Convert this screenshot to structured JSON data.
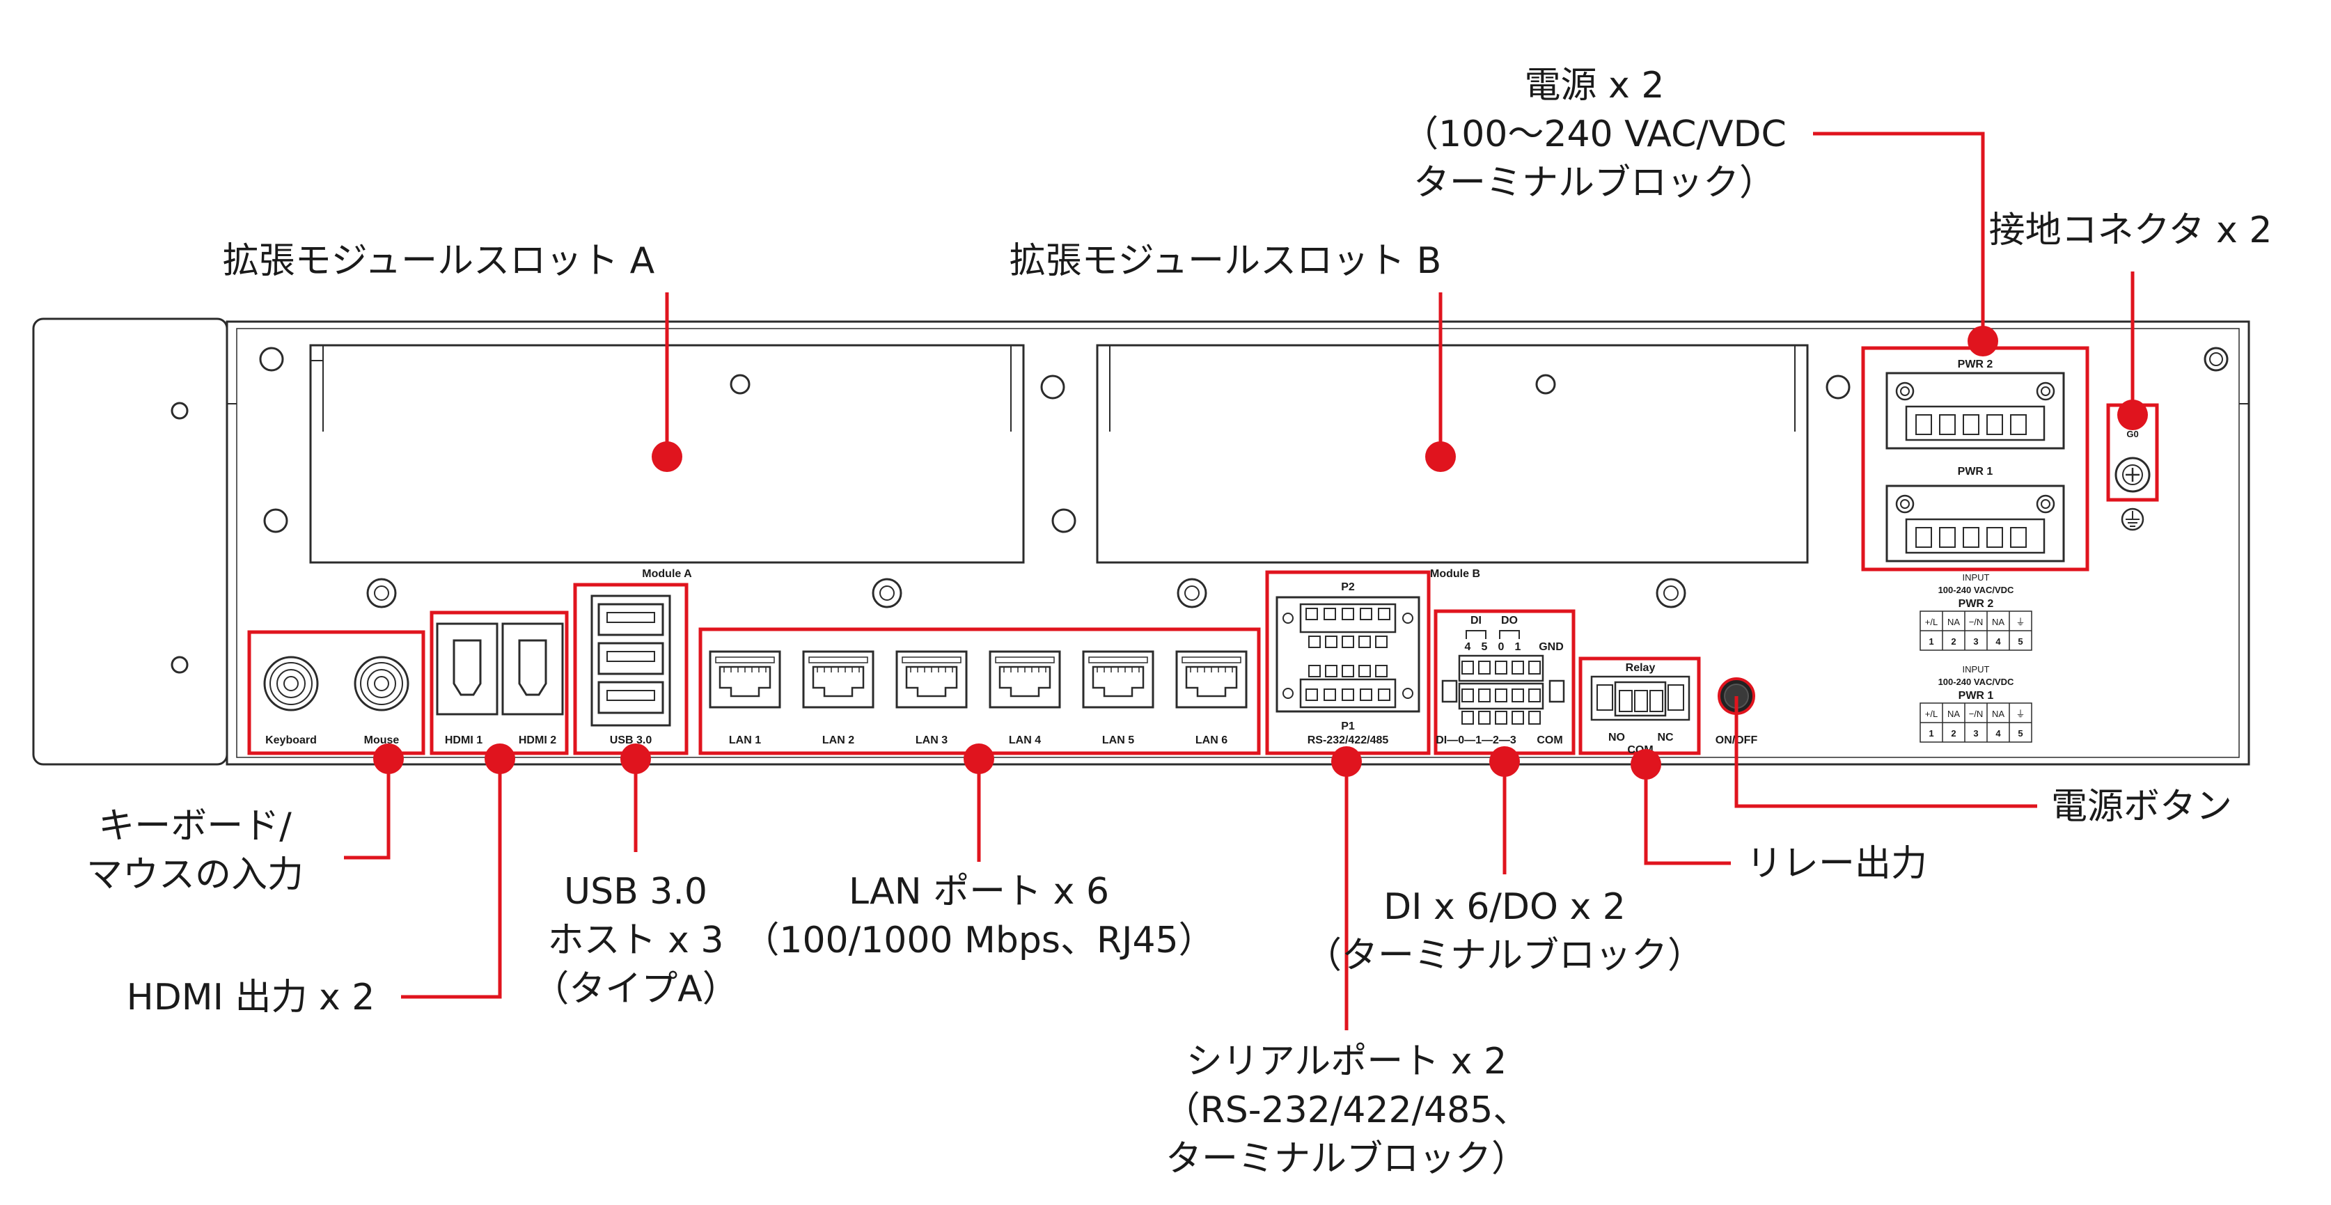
{
  "callouts": {
    "slot_a": "拡張モジュールスロット A",
    "slot_b": "拡張モジュールスロット B",
    "power": [
      "電源 x 2",
      "（100〜240 VAC/VDC",
      "ターミナルブロック）"
    ],
    "ground": "接地コネクタ x 2",
    "kbd_mouse": [
      "キーボード/",
      "マウスの入力"
    ],
    "hdmi": "HDMI 出力 x 2",
    "usb": [
      "USB 3.0",
      "ホスト x 3",
      "（タイプA）"
    ],
    "lan": [
      "LAN ポート x 6",
      "（100/1000 Mbps、RJ45）"
    ],
    "serial": [
      "シリアルポート x 2",
      "（RS-232/422/485、",
      "ターミナルブロック）"
    ],
    "dio": [
      "DI x 6/DO x 2",
      "（ターミナルブロック）"
    ],
    "relay": "リレー出力",
    "power_button": "電源ボタン"
  },
  "panel": {
    "module_a": "Module A",
    "module_b": "Module B",
    "keyboard": "Keyboard",
    "mouse": "Mouse",
    "hdmi1": "HDMI 1",
    "hdmi2": "HDMI 2",
    "usb": "USB 3.0",
    "lan_labels": [
      "LAN 1",
      "LAN 2",
      "LAN 3",
      "LAN 4",
      "LAN 5",
      "LAN 6"
    ],
    "p2": "P2",
    "p1": "P1",
    "serial_std": "RS-232/422/485",
    "di": "DI",
    "do": "DO",
    "di_nums": [
      "4",
      "5"
    ],
    "do_nums": [
      "0",
      "1"
    ],
    "gnd": "GND",
    "dio_bottom": "DI—0—1—2—3",
    "com": "COM",
    "relay": "Relay",
    "no": "NO",
    "nc": "NC",
    "relay_com": "COM",
    "on_off": "ON/OFF",
    "pwr2": "PWR 2",
    "pwr1": "PWR 1",
    "g0": "G0",
    "input": "INPUT",
    "input_rating": "100-240 VAC/VDC",
    "pin_labels": [
      "+/L",
      "NA",
      "−/N",
      "NA",
      "⏚"
    ],
    "pin_nums": [
      "1",
      "2",
      "3",
      "4",
      "5"
    ]
  },
  "colors": {
    "accent": "#e0141e",
    "line": "#2b2b2b"
  }
}
